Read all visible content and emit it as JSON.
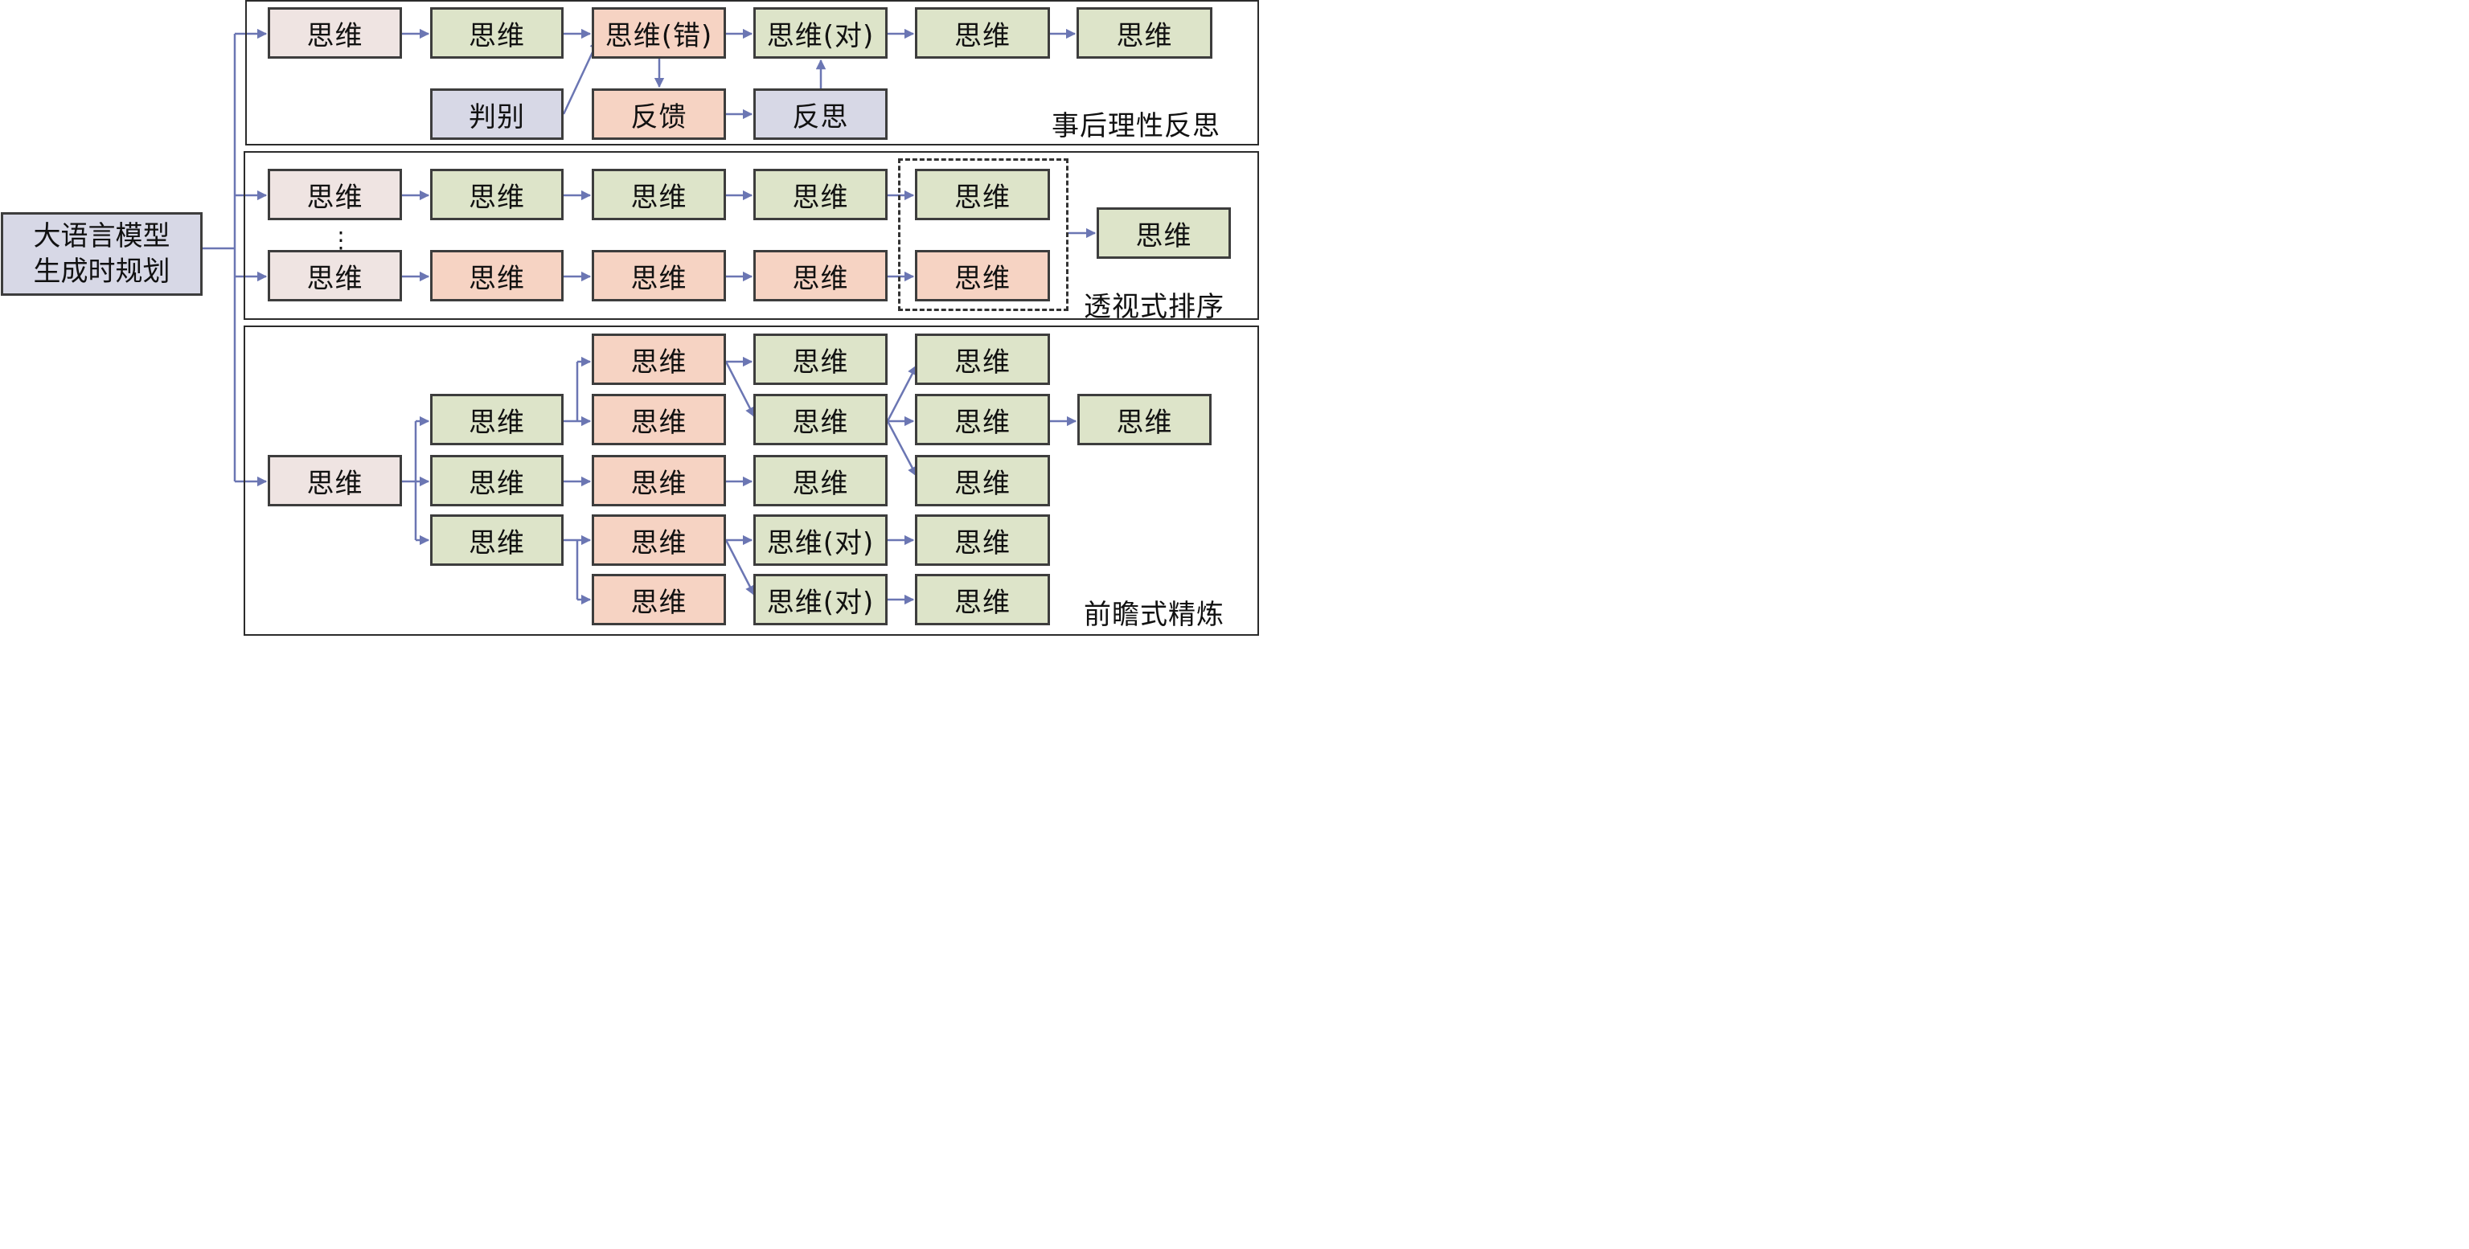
{
  "colors": {
    "root": "#d7d8e6",
    "start": "#efe4e2",
    "good": "#dde4c9",
    "bad": "#f6d3c3",
    "judge": "#d7d8e6",
    "border": "#3d3d3d",
    "connector": "#6b76b3"
  },
  "root": {
    "line1": "大语言模型",
    "line2": "生成时规划"
  },
  "panels": {
    "reflection": {
      "label": "事后理性反思"
    },
    "ranking": {
      "label": "透视式排序"
    },
    "refinement": {
      "label": "前瞻式精炼"
    }
  },
  "text": {
    "thought": "思维",
    "thought_wrong": "思维(错)",
    "thought_right": "思维(对)",
    "judge": "判别",
    "feedback": "反馈",
    "reflect": "反思",
    "ellipsis": "⋮"
  }
}
